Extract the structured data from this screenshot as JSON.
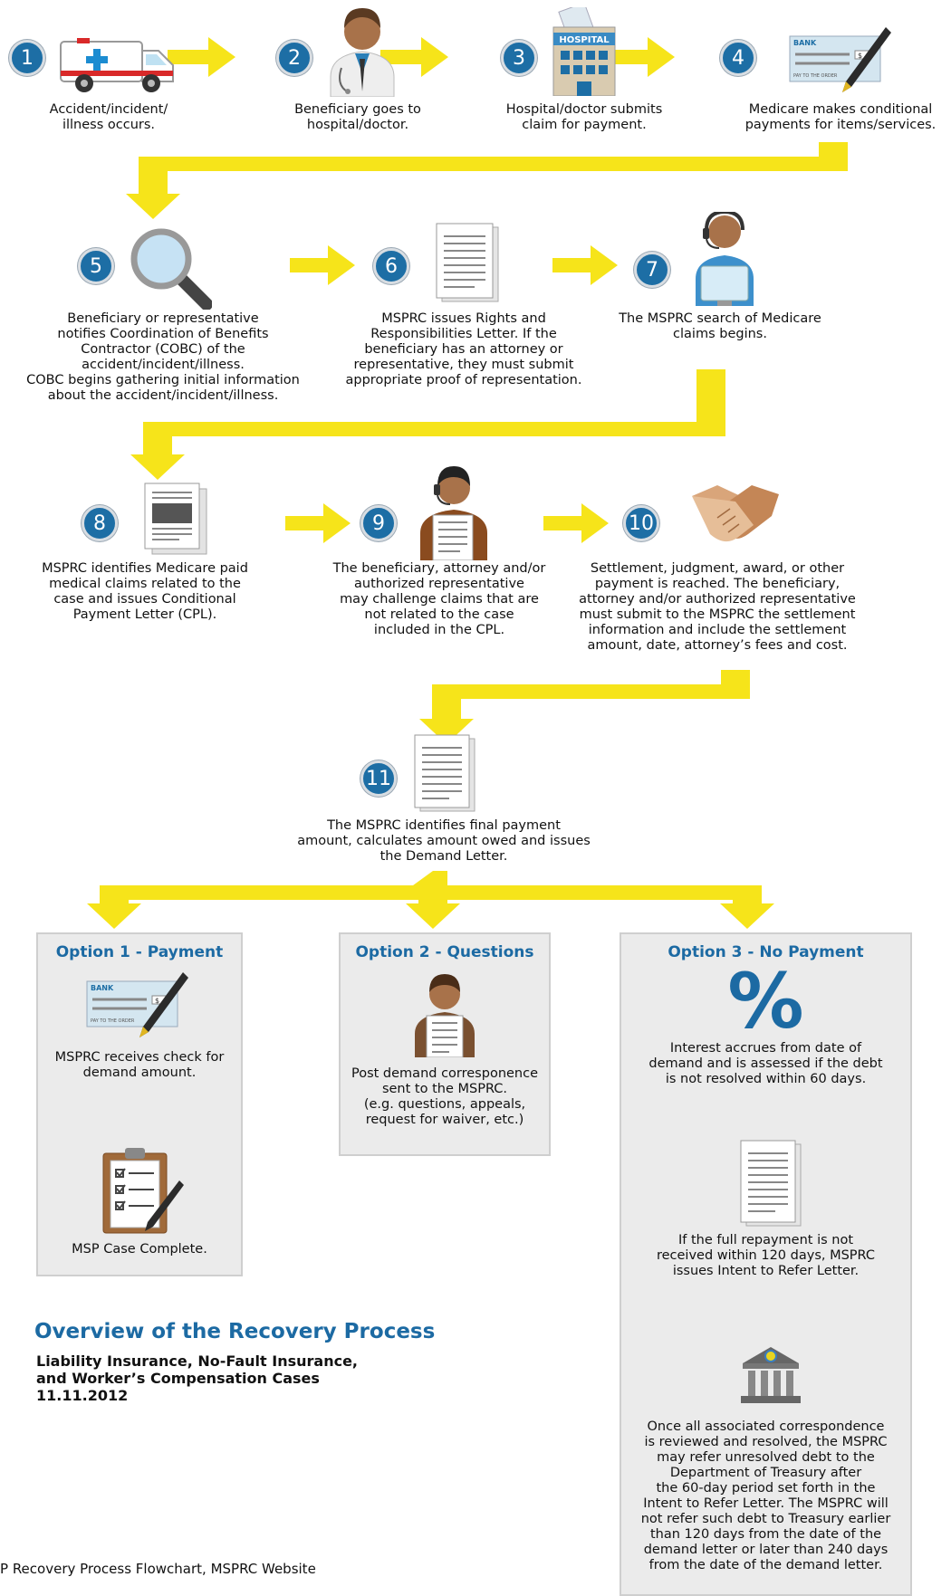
{
  "colors": {
    "accent_blue": "#1c6aa3",
    "arrow_yellow": "#f6e41a",
    "panel_bg": "#ebebeb"
  },
  "steps": [
    {
      "num": "1",
      "icon": "ambulance-icon",
      "text": "Accident/incident/\nillness occurs."
    },
    {
      "num": "2",
      "icon": "doctor-icon",
      "text": "Beneficiary goes to\nhospital/doctor."
    },
    {
      "num": "3",
      "icon": "hospital-icon",
      "text": "Hospital/doctor submits\nclaim for payment."
    },
    {
      "num": "4",
      "icon": "bank-check-icon",
      "text": "Medicare makes conditional\npayments for items/services."
    },
    {
      "num": "5",
      "icon": "magnifier-icon",
      "text": "Beneficiary or representative\nnotifies Coordination of Benefits\nContractor (COBC) of the\naccident/incident/illness.\nCOBC begins gathering initial information\nabout the accident/incident/illness."
    },
    {
      "num": "6",
      "icon": "document-icon",
      "text": "MSPRC issues Rights and\nResponsibilities Letter. If the\nbeneficiary has an attorney or\nrepresentative, they must submit\nappropriate proof of representation."
    },
    {
      "num": "7",
      "icon": "operator-computer-icon",
      "text": "The MSPRC search of Medicare\nclaims begins."
    },
    {
      "num": "8",
      "icon": "letter-stack-icon",
      "text": "MSPRC identifies Medicare paid\nmedical claims related to the\ncase and issues Conditional\nPayment Letter (CPL)."
    },
    {
      "num": "9",
      "icon": "operator-document-icon",
      "text": "The beneficiary, attorney and/or\nauthorized representative\nmay challenge claims that are\nnot related to the case\nincluded in the CPL."
    },
    {
      "num": "10",
      "icon": "handshake-icon",
      "text": "Settlement, judgment, award, or other\npayment is reached. The beneficiary,\nattorney and/or authorized representative\nmust submit to the MSPRC the settlement\ninformation and include the settlement\namount, date, attorney’s fees and cost."
    },
    {
      "num": "11",
      "icon": "document-icon",
      "text": "The MSPRC identifies final payment\namount, calculates amount owed and issues\nthe Demand Letter."
    }
  ],
  "options": [
    {
      "title": "Option 1 - Payment",
      "texts": [
        "MSPRC receives check for\ndemand amount.",
        "MSP Case Complete."
      ]
    },
    {
      "title": "Option 2 - Questions",
      "texts": [
        "Post demand corresponence\nsent to the MSPRC.\n(e.g. questions, appeals,\nrequest for waiver, etc.)"
      ]
    },
    {
      "title": "Option 3 - No Payment",
      "percent": "%",
      "texts": [
        "Interest accrues from date of\ndemand and is assessed if the debt\nis not resolved within 60 days.",
        "If the full repayment is not\nreceived within 120 days, MSPRC\nissues Intent to Refer Letter.",
        "Once all associated correspondence\nis reviewed and resolved, the MSPRC\nmay refer unresolved debt to the\nDepartment of Treasury after\nthe 60-day period set forth in the\nIntent to Refer Letter. The MSPRC will\nnot refer such debt to Treasury earlier\nthan 120 days from the date of the\ndemand letter or later than 240 days\nfrom the date of the demand letter."
      ]
    }
  ],
  "check": {
    "bank": "BANK",
    "dollar": "$",
    "pay_line": "PAY TO THE ORDER"
  },
  "hospital_sign": "HOSPITAL",
  "overview": {
    "title": "Overview of the Recovery Process",
    "subtitle": "Liability Insurance, No-Fault Insurance,\nand Worker’s Compensation Cases\n11.11.2012"
  },
  "footer": "P Recovery Process Flowchart, MSPRC Website"
}
